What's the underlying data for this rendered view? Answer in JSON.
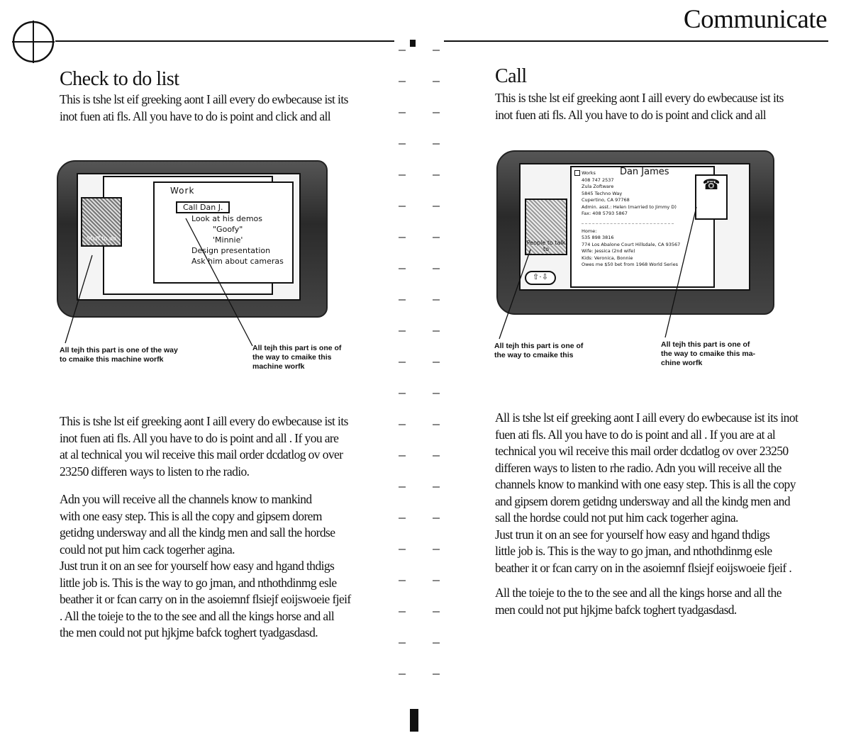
{
  "header": {
    "section": "Communicate"
  },
  "left": {
    "title": "Check to do list",
    "intro": "This is tshe lst eif greeking aont I aill every do ewbecause ist its\ninot fuen ati fls. All you have to do is point and click and all",
    "device": {
      "icon_label": "Stuff to do",
      "window_title": "Work",
      "selected_item": "Call Dan J.",
      "items": [
        "Look at his demos",
        "\"Goofy\"",
        "'Minnie'",
        "Design presentation",
        "Ask him about cameras"
      ]
    },
    "caption_1": "All tejh this part is one of the way\nto cmaike this machine worfk",
    "caption_2": "All tejh this part is one of\nthe way to cmaike this\nmachine worfk",
    "body_1": "This is tshe lst eif greeking aont I aill every do ewbecause ist its\ninot fuen ati fls. All you have to do is point and  all . If you are\nat al technical you wil receive this mail order dcdatlog ov over\n23250 differen ways to listen to rhe radio.",
    "body_2": "      Adn you will receive all the channels know to mankind\nwith one easy step. This is all the copy and gipsem dorem\ngetidng undersway and all the kindg men and sall the hordse\ncould not put him cack togerher agina.\n    Just trun it on an see for yourself how easy and hgand thdigs\nlittle job is. This is the way to go jman, and nthothdinmg esle\nbeather it or fcan carry on in the asoiemnf flsiejf eoijswoeie fjeif\n. All the toieje to the to the see and all the kings horse and all\nthe men could not put hjkjme bafck toghert tyadgasdasd."
  },
  "right": {
    "title": "Call",
    "intro": "This is tshe lst eif greeking aont I aill every do ewbecause ist its\ninot fuen ati fls. All you have to do is point and click and all",
    "device": {
      "icon_label": "People to talk to",
      "checkbox_label": "Works",
      "name": "Dan James",
      "work_lines": [
        "408 747 2537",
        "Zula Zoftware",
        "5845 Techno Way",
        "Cupertino, CA 97768",
        "Admin. asst.: Helen (married to Jimmy D)",
        "Fax: 408 5793 5867"
      ],
      "home_lines": [
        "Home:",
        "535 898 3816",
        "774 Los Abalone Court Hillsdale, CA 93567",
        "Wife: Jessica (2nd wife)",
        "Kids: Veronica, Bonnie",
        "Owes me $50 bet from 1968 World Series"
      ]
    },
    "caption_1": "All tejh this part is one of\nthe way to cmaike this",
    "caption_2": "All tejh this part is one of\nthe way to cmaike this ma-\nchine worfk",
    "body_1": "All is tshe lst eif greeking aont I aill every do ewbecause ist its inot\nfuen ati fls. All you have to do is point and  all . If you are at al\ntechnical you wil receive this mail order dcdatlog ov over 23250\ndifferen ways to listen to rhe radio. Adn you will receive all the\nchannels know to mankind with one easy step. This is all the copy\nand gipsem dorem getidng undersway and all the kindg men and\nsall the hordse could not put him cack togerher agina.\n    Just trun it on an see for yourself how easy and hgand thdigs\nlittle job is. This is the way to go jman, and nthothdinmg esle\nbeather it or fcan carry on in the asoiemnf flsiejf eoijswoeie fjeif .",
    "body_2": "      All the toieje to the to the see and all the kings horse and all the\nmen could not put hjkjme bafck toghert tyadgasdasd."
  }
}
